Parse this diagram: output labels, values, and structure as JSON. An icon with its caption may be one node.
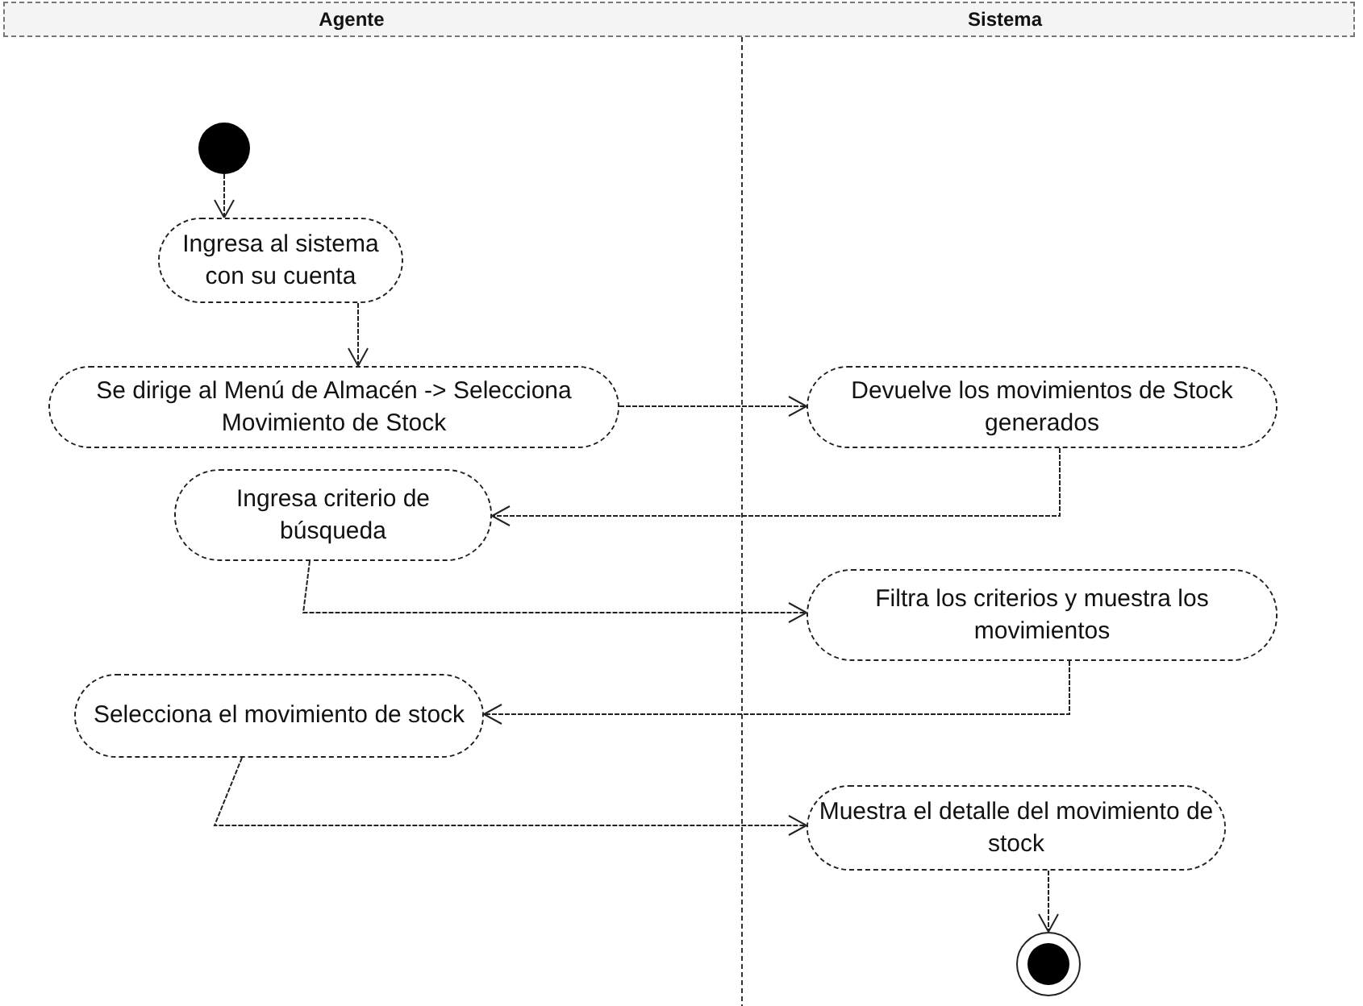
{
  "diagram": {
    "nodes": [
      {
        "text": [],
        "shape": "circle"
      },
      {
        "text": [
          "Ingresa al sistema con su cuenta"
        ]
      },
      {
        "text": [
          "Se dirige al Menú de Almacén -> Selecciona Movimiento de Stock"
        ]
      },
      {
        "text": [
          "Devuelve los movimientos de Stock generados"
        ]
      },
      {
        "text": [
          "Ingresa criterio de búsqueda"
        ]
      },
      {
        "text": [
          "Filtra los criterios y muestra los movimientos"
        ]
      },
      {
        "text": [
          "Selecciona el movimiento de stock"
        ]
      },
      {
        "text": [
          "Muestra el detalle del movimiento de stock"
        ]
      },
      {
        "text": [],
        "shape": "circle"
      }
    ],
    "edges": [
      {
        "from": 0,
        "to": 1,
        "arrow": "to"
      },
      {
        "from": 1,
        "to": 2,
        "arrow": "to"
      },
      {
        "from": 2,
        "to": 3,
        "arrow": "to"
      },
      {
        "from": 3,
        "to": 4,
        "arrow": "to"
      },
      {
        "from": 4,
        "to": 5,
        "arrow": "to"
      },
      {
        "from": 5,
        "to": 6,
        "arrow": "to"
      },
      {
        "from": 6,
        "to": 7,
        "arrow": "to"
      },
      {
        "from": 7,
        "to": 8,
        "arrow": "to"
      }
    ],
    "labels": [
      "Agente",
      "Sistema"
    ]
  }
}
